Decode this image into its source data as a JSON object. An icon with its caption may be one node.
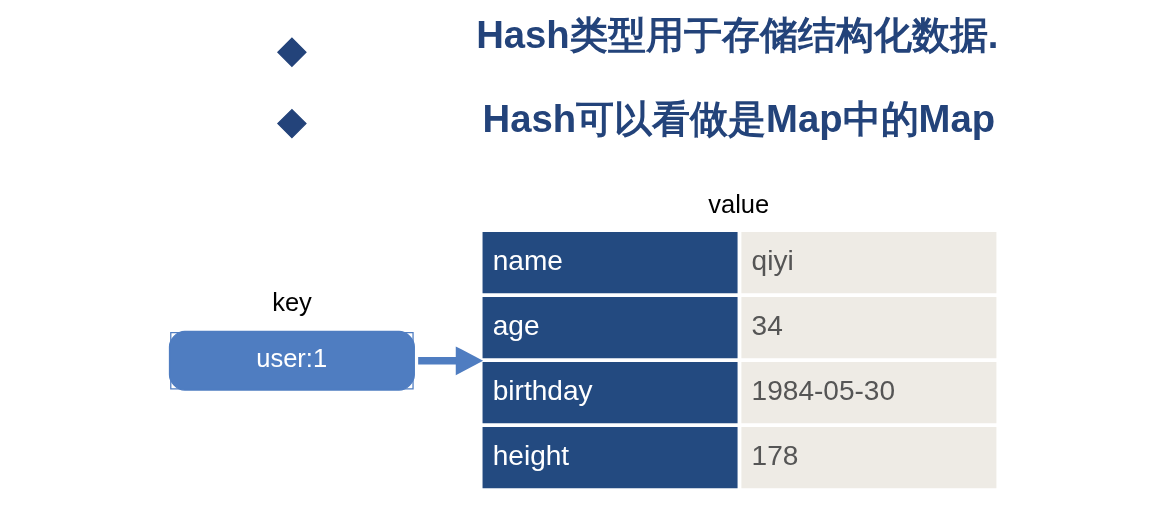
{
  "diagram": {
    "nodes": [
      {
        "text": [],
        "shape": "diamond"
      },
      {
        "text": [],
        "shape": "diamond"
      },
      {
        "text": [
          "user:1"
        ],
        "beside": [
          "key"
        ]
      },
      {
        "text": [
          "name",
          "qiyi",
          "age",
          "34",
          "birthday",
          "1984-05-30",
          "height",
          "178"
        ],
        "beside": [
          "value"
        ]
      }
    ],
    "edges": [
      {
        "from": 2,
        "to": 3,
        "arrow": "to"
      }
    ],
    "labels": [
      "Hash类型用于存储结构化数据.",
      "Hash可以看做是Map中的Map"
    ]
  }
}
